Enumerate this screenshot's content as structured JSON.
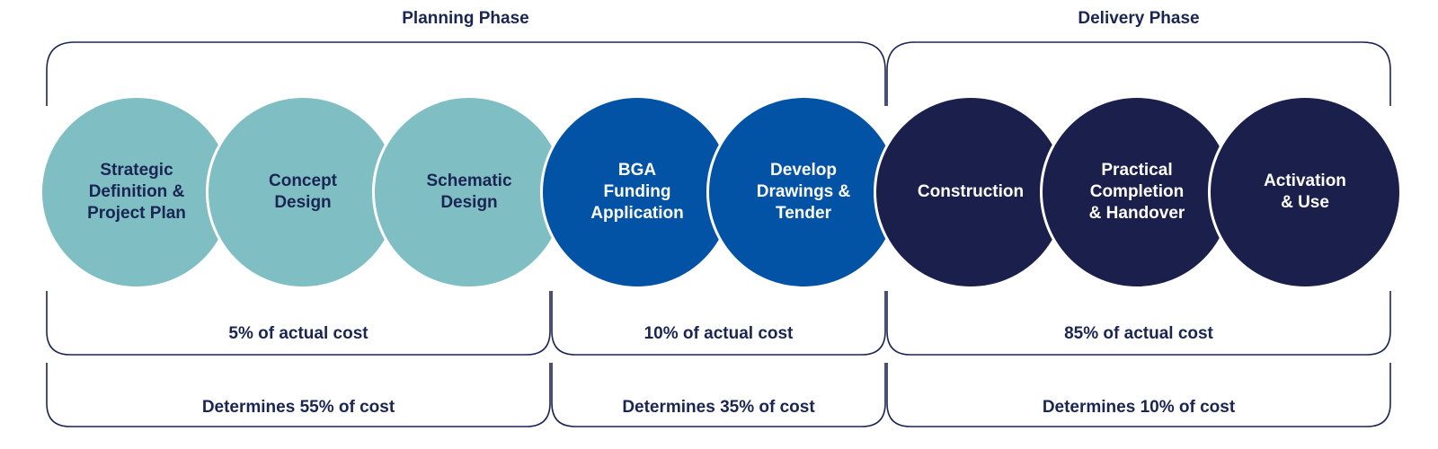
{
  "colors": {
    "teal": "#7fbfc4",
    "blue": "#0253a6",
    "navy": "#1a1f4c",
    "text_dark": "#1b2553",
    "text_light": "#ffffff"
  },
  "phases": {
    "planning": "Planning Phase",
    "delivery": "Delivery Phase"
  },
  "stages": [
    {
      "label": "Strategic\nDefinition &\nProject Plan",
      "color": "teal"
    },
    {
      "label": "Concept\nDesign",
      "color": "teal"
    },
    {
      "label": "Schematic\nDesign",
      "color": "teal"
    },
    {
      "label": "BGA\nFunding\nApplication",
      "color": "blue"
    },
    {
      "label": "Develop\nDrawings &\nTender",
      "color": "blue"
    },
    {
      "label": "Construction",
      "color": "navy"
    },
    {
      "label": "Practical\nCompletion\n& Handover",
      "color": "navy"
    },
    {
      "label": "Activation\n& Use",
      "color": "navy"
    }
  ],
  "actual_cost": [
    "5% of actual cost",
    "10% of actual cost",
    "85% of actual cost"
  ],
  "determines_cost": [
    "Determines 55% of cost",
    "Determines 35% of cost",
    "Determines 10% of cost"
  ]
}
